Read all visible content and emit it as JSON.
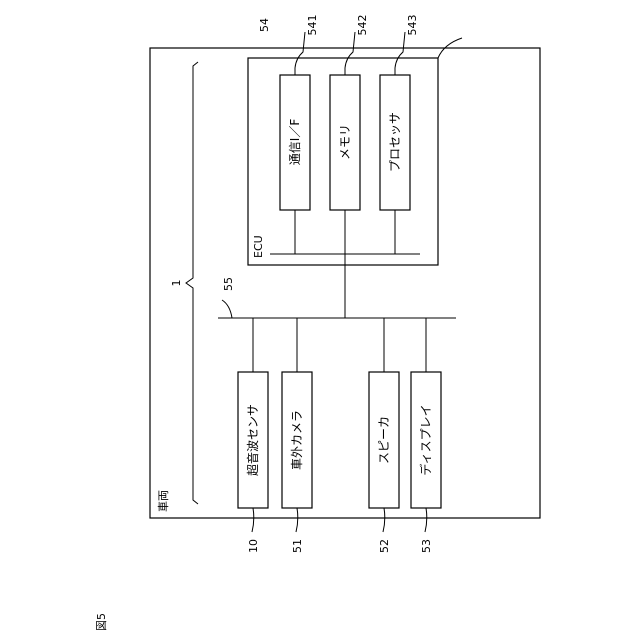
{
  "figure_label": "図5",
  "vehicle": {
    "label": "車両",
    "ref": "1"
  },
  "ecu": {
    "label": "ECU",
    "ref": "54",
    "modules": [
      {
        "label": "通信I／F",
        "ref": "541"
      },
      {
        "label": "メモリ",
        "ref": "542"
      },
      {
        "label": "プロセッサ",
        "ref": "543"
      }
    ]
  },
  "bus": {
    "ref": "55"
  },
  "devices": [
    {
      "label": "超音波センサ",
      "ref": "10"
    },
    {
      "label": "車外カメラ",
      "ref": "51"
    },
    {
      "label": "スピーカ",
      "ref": "52"
    },
    {
      "label": "ディスプレイ",
      "ref": "53"
    }
  ]
}
